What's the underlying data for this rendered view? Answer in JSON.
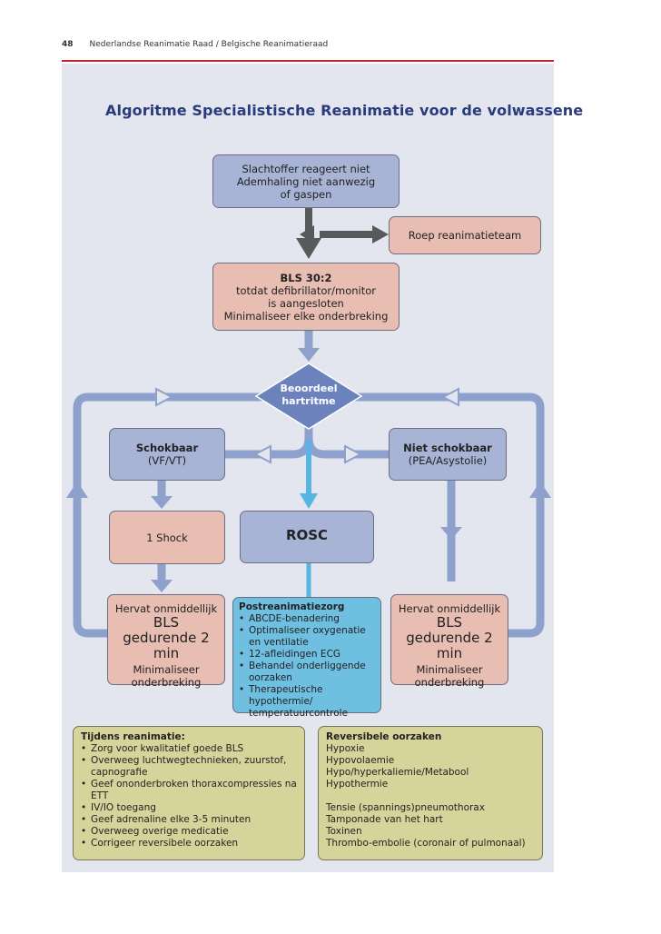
{
  "header": {
    "page_number": "48",
    "publisher": "Nederlandse Reanimatie Raad / Belgische Reanimatieraad"
  },
  "title": "Algoritme Specialistische Reanimatie voor de volwassene",
  "colors": {
    "panel": "#e3e5ef",
    "blue_box": "#a8b4d6",
    "pink_box": "#e8bdb2",
    "cyan_box": "#6fbfe1",
    "olive_box": "#d6d49a",
    "arrow_blue": "#8ea1cc",
    "arrow_dark": "#58595b",
    "diamond": "#6b82bd",
    "rule": "#c1272d"
  },
  "nodes": {
    "slachtoffer": {
      "lines": [
        "Slachtoffer reageert niet",
        "Ademhaling niet aanwezig",
        "of gaspen"
      ]
    },
    "roep": "Roep reanimatieteam",
    "bls": {
      "heading": "BLS 30:2",
      "lines": [
        "totdat defibrillator/monitor",
        "is aangesloten",
        "Minimaliseer elke onderbreking"
      ]
    },
    "beoordeel": {
      "lines": [
        "Beoordeel",
        "hartritme"
      ]
    },
    "schokbaar": {
      "heading": "Schokbaar",
      "sub": "(VF/VT)"
    },
    "niet_schokbaar": {
      "heading": "Niet schokbaar",
      "sub": "(PEA/Asystolie)"
    },
    "shock": "1 Shock",
    "rosc": "ROSC",
    "hervat_left": {
      "line1": "Hervat onmiddellijk",
      "big1": "BLS",
      "big2": "gedurende 2 min",
      "line2": "Minimaliseer",
      "line3": "onderbreking"
    },
    "hervat_right": {
      "line1": "Hervat onmiddellijk",
      "big1": "BLS",
      "big2": "gedurende 2 min",
      "line2": "Minimaliseer",
      "line3": "onderbreking"
    },
    "postreanimatie": {
      "heading": "Postreanimatiezorg",
      "items": [
        "ABCDE-benadering",
        "Optimaliseer oxygenatie en ventilatie",
        "12-afleidingen ECG",
        "Behandel onderliggende oorzaken",
        "Therapeutische hypothermie/ temperatuurcontrole"
      ]
    }
  },
  "tijdens": {
    "heading": "Tijdens reanimatie:",
    "items": [
      "Zorg voor kwalitatief goede BLS",
      "Overweeg luchtwegtechnieken, zuurstof, capnografie",
      "Geef ononderbroken thoraxcompressies na ETT",
      "IV/IO toegang",
      "Geef adrenaline elke 3-5 minuten",
      "Overweeg overige medicatie",
      "Corrigeer reversibele oorzaken"
    ]
  },
  "reversibel": {
    "heading": "Reversibele oorzaken",
    "group1": [
      "Hypoxie",
      "Hypovolaemie",
      "Hypo/hyperkaliemie/Metabool",
      "Hypothermie"
    ],
    "group2": [
      "Tensie (spannings)pneumothorax",
      "Tamponade van het hart",
      "Toxinen",
      "Thrombo-embolie (coronair of pulmonaal)"
    ]
  }
}
